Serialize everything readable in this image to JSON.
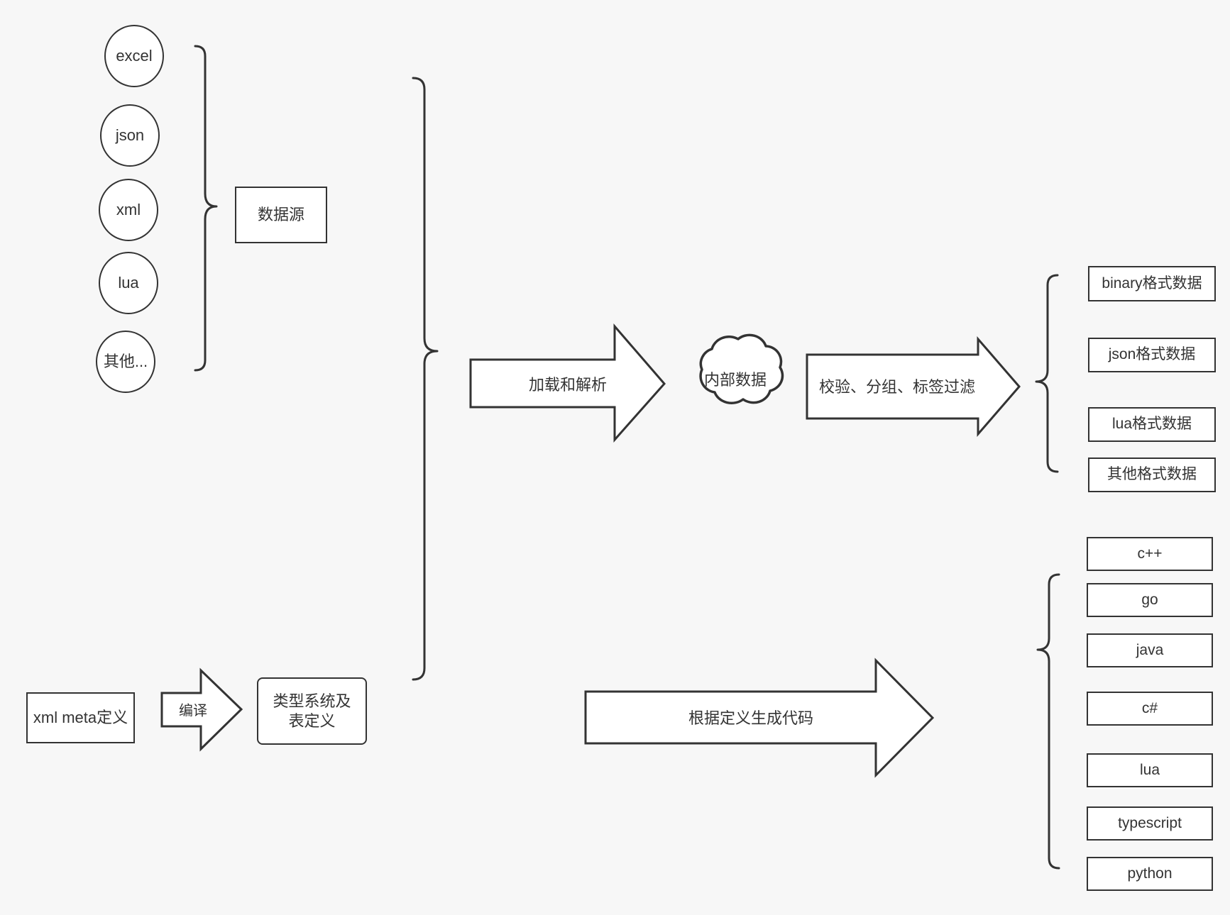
{
  "diagram": {
    "title": "data pipeline and code generation flow",
    "background_color": "#f7f7f7",
    "stroke_color": "#333333",
    "fill_color": "#ffffff"
  },
  "data_sources": {
    "group_label": "数据源",
    "items": [
      {
        "label": "excel"
      },
      {
        "label": "json"
      },
      {
        "label": "xml"
      },
      {
        "label": "lua"
      },
      {
        "label": "其他..."
      }
    ]
  },
  "flow": {
    "load_parse_arrow": "加载和解析",
    "internal_data_cloud": "内部数据",
    "validate_arrow": "校验、分组、标签过滤",
    "generate_code_arrow": "根据定义生成代码",
    "compile_arrow": "编译"
  },
  "meta": {
    "xml_meta_box": "xml meta定义",
    "type_system_box": "类型系统及表定义"
  },
  "output_formats": {
    "items": [
      {
        "label": "binary格式数据"
      },
      {
        "label": "json格式数据"
      },
      {
        "label": "lua格式数据"
      },
      {
        "label": "其他格式数据"
      }
    ]
  },
  "output_languages": {
    "items": [
      {
        "label": "c++"
      },
      {
        "label": "go"
      },
      {
        "label": "java"
      },
      {
        "label": "c#"
      },
      {
        "label": "lua"
      },
      {
        "label": "typescript"
      },
      {
        "label": "python"
      }
    ]
  }
}
